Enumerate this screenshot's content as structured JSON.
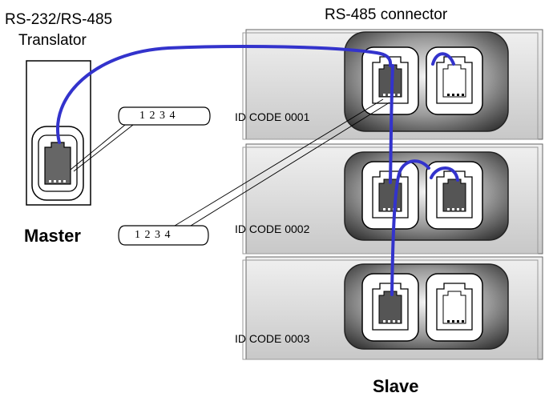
{
  "labels": {
    "translator_line1": "RS-232/RS-485",
    "translator_line2": "Translator",
    "connector": "RS-485 connector",
    "master": "Master",
    "slave": "Slave"
  },
  "devices": [
    {
      "id_code": "ID CODE  0001"
    },
    {
      "id_code": "ID CODE  0002"
    },
    {
      "id_code": "ID CODE  0003"
    }
  ],
  "pin_callouts": [
    {
      "text": "1  2  3  4"
    },
    {
      "text": "1  2  3  4"
    }
  ],
  "colors": {
    "cable": "#3333cc",
    "panel": "#d8d8d8",
    "connector_dark": "#3a3a3a"
  }
}
